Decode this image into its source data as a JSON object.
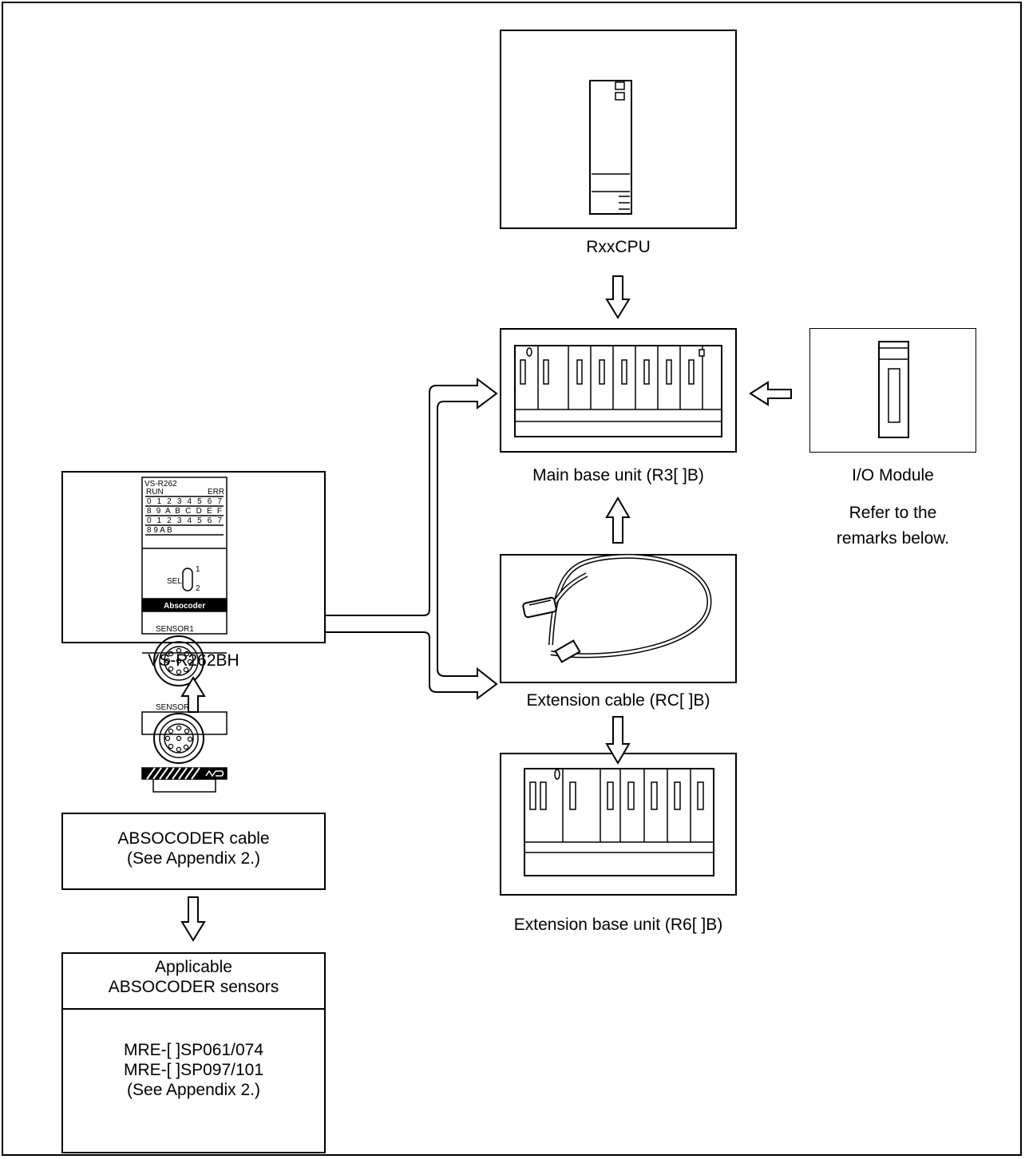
{
  "captions": {
    "cpu": "RxxCPU",
    "main_base": "Main base unit (R3[ ]B)",
    "io_module": "I/O Module",
    "remarks_line1": "Refer to the",
    "remarks_line2": "remarks below.",
    "ext_cable": "Extension cable (RC[ ]B)",
    "ext_base": "Extension base unit (R6[ ]B)",
    "vs_module": "VS-R262BH"
  },
  "absocoder_cable": {
    "line1": "ABSOCODER cable",
    "line2": "(See Appendix 2.)"
  },
  "sensors": {
    "header_line1": "Applicable",
    "header_line2": "ABSOCODER sensors",
    "line1": "MRE-[ ]SP061/074",
    "line2": "MRE-[ ]SP097/101",
    "line3": "(See Appendix 2.)"
  },
  "module_panel": {
    "model": "VS-R262",
    "run": "RUN",
    "err": "ERR",
    "led_row1": "0 1 2 3 4 5 6 7",
    "led_row2": "8 9 A B C D E F",
    "led_row3": "0 1 2 3 4 5 6 7",
    "led_row4": "8 9 A B",
    "sel": "SEL",
    "sel_1": "1",
    "sel_2": "2",
    "brand": "Absocoder",
    "sensor1": "SENSOR1",
    "sensor2": "SENSOR2"
  }
}
